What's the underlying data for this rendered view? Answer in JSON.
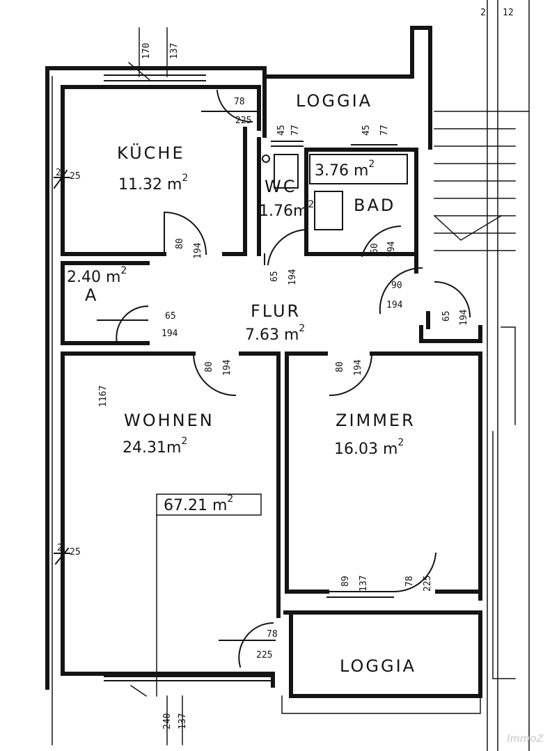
{
  "rooms": {
    "kueche": {
      "name": "KÜCHE",
      "area": "11.32 m",
      "sup": "2"
    },
    "loggia_top": {
      "name": "LOGGIA"
    },
    "wc": {
      "name": "WC",
      "area": "1.76m",
      "sup": "2"
    },
    "bad": {
      "name": "BAD",
      "area": "3.76 m",
      "sup": "2"
    },
    "abstell": {
      "name": "A",
      "area": "2.40 m",
      "sup": "2"
    },
    "flur": {
      "name": "FLUR",
      "area": "7.63 m",
      "sup": "2"
    },
    "wohnen": {
      "name": "WOHNEN",
      "area": "24.31m",
      "sup": "2"
    },
    "zimmer": {
      "name": "ZIMMER",
      "area": "16.03 m",
      "sup": "2"
    },
    "loggia_bottom": {
      "name": "LOGGIA"
    }
  },
  "total": {
    "area": "67.21 m",
    "sup": "2"
  },
  "dimensions": {
    "top_window_a": "170",
    "top_window_b": "137",
    "kueche_door_w": "78",
    "kueche_door_h": "225",
    "wc_win_a": "45",
    "wc_win_b": "77",
    "bad_win_a": "45",
    "bad_win_b": "77",
    "wall_left_top": "25",
    "wall_left_top_b": "2",
    "door_kueche_w": "80",
    "door_kueche_h": "194",
    "door_wc_w": "65",
    "door_wc_h": "194",
    "door_bad_w": "60",
    "door_bad_h": "194",
    "door_entry_w": "90",
    "door_entry_h": "194",
    "door_side_w": "65",
    "door_side_h": "194",
    "door_abstell_w": "65",
    "door_abstell_h": "194",
    "door_wohnen_w": "80",
    "door_wohnen_h": "194",
    "door_zimmer_w": "80",
    "door_zimmer_h": "194",
    "height_total": "1167",
    "wall_left_bottom": "25",
    "wall_left_bottom_b": "2",
    "zimmer_win_a": "89",
    "zimmer_win_b": "137",
    "zimmer_door_w": "78",
    "zimmer_door_h": "225",
    "wohnen_door_w": "78",
    "wohnen_door_h": "225",
    "bottom_win_a": "240",
    "bottom_win_b": "137",
    "corner_tr_a": "2",
    "corner_tr_b": "12"
  },
  "watermark": "ImmoZ"
}
